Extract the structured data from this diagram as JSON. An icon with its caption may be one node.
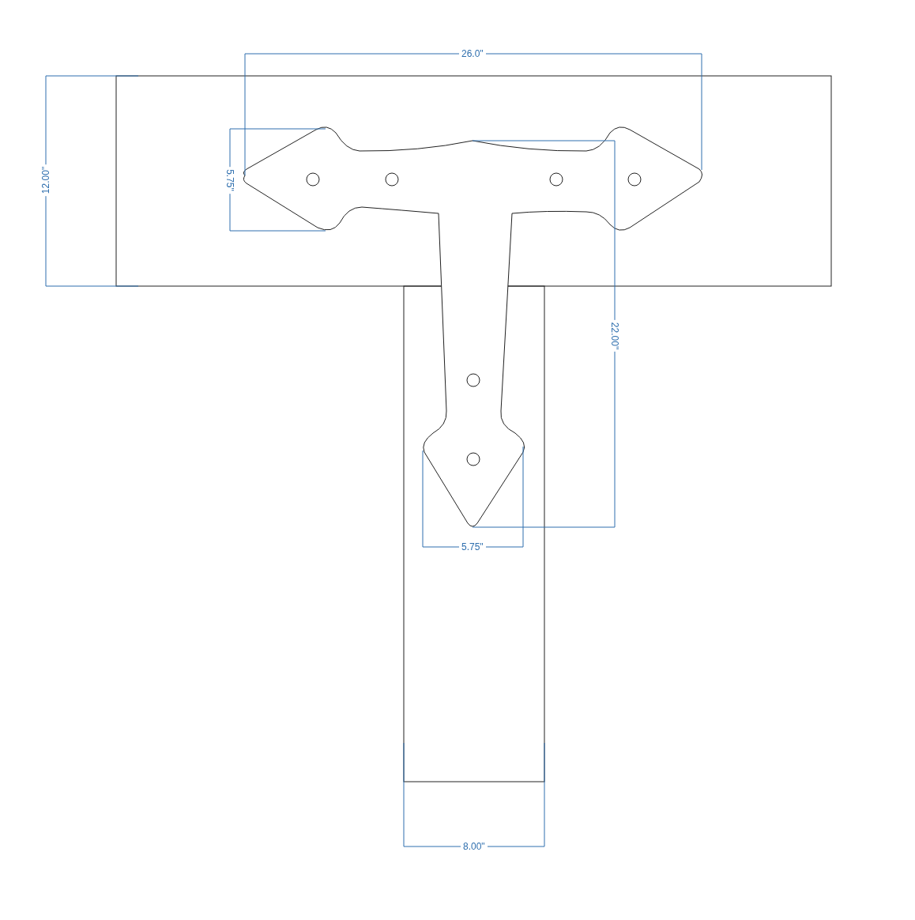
{
  "diagram": {
    "labels": [
      "26.0\"",
      "12.00\"",
      "5.75\"",
      "22.00\"",
      "5.75\"",
      "8.00\""
    ]
  }
}
